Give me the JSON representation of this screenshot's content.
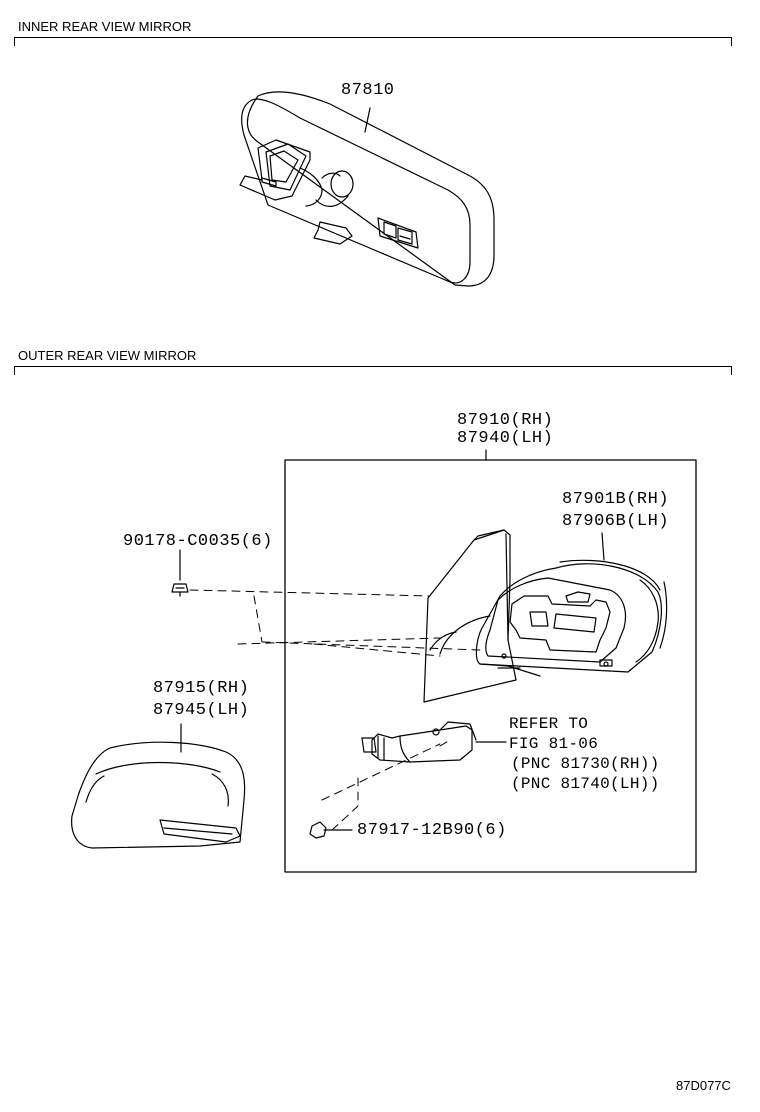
{
  "sections": {
    "inner": {
      "title": "INNER REAR VIEW MIRROR"
    },
    "outer": {
      "title": "OUTER REAR VIEW MIRROR"
    }
  },
  "parts": {
    "inner_mirror": "87810",
    "outer_assy_rh": "87910(RH)",
    "outer_assy_lh": "87940(LH)",
    "mirror_sub_rh": "87901B(RH)",
    "mirror_sub_lh": "87906B(LH)",
    "screw": "90178-C0035(6)",
    "cover_rh": "87915(RH)",
    "cover_lh": "87945(LH)",
    "refer_line1": "REFER TO",
    "refer_line2": "FIG 81-06",
    "refer_line3": "(PNC 81730(RH))",
    "refer_line4": "(PNC 81740(LH))",
    "bolt": "87917-12B90(6)"
  },
  "diagram_code": "87D077C"
}
